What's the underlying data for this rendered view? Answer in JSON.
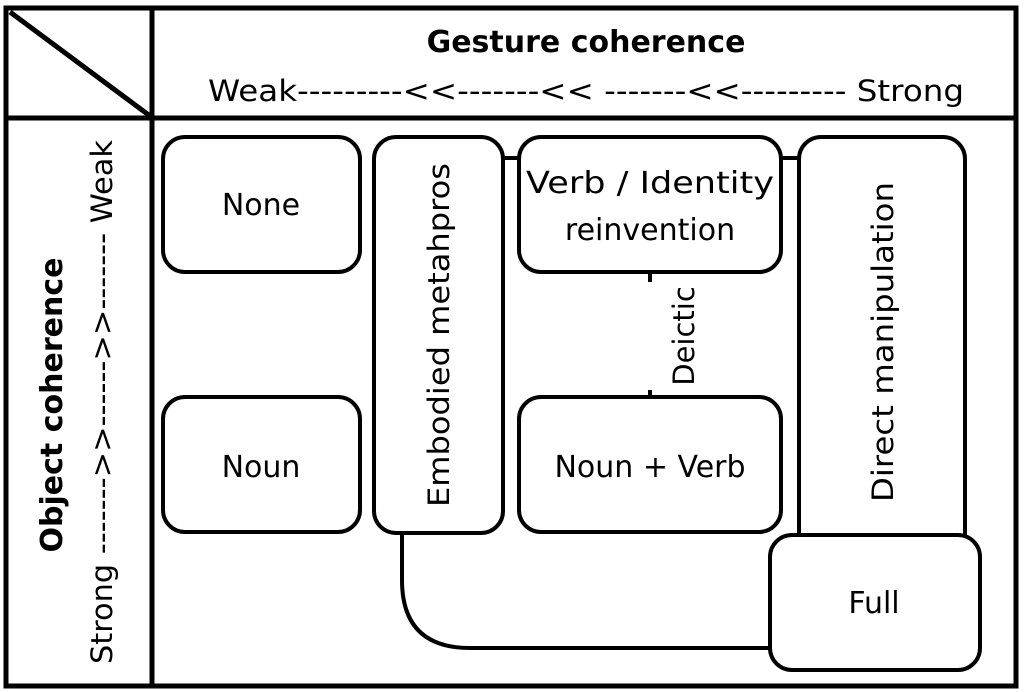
{
  "header": {
    "title": "Gesture coherence",
    "scale": "Weak---------<<-------<< -------<<--------- Strong"
  },
  "row_header": {
    "title": "Object coherence",
    "scale": "Strong ------->>------>>------- Weak"
  },
  "boxes": {
    "none": "None",
    "noun": "Noun",
    "embodied": "Embodied metahpros",
    "verb_line1": "Verb / Identity",
    "verb_line2": "reinvention",
    "deictic": "Deictic",
    "noun_verb": "Noun + Verb",
    "direct": "Direct manipulation",
    "full": "Full"
  }
}
